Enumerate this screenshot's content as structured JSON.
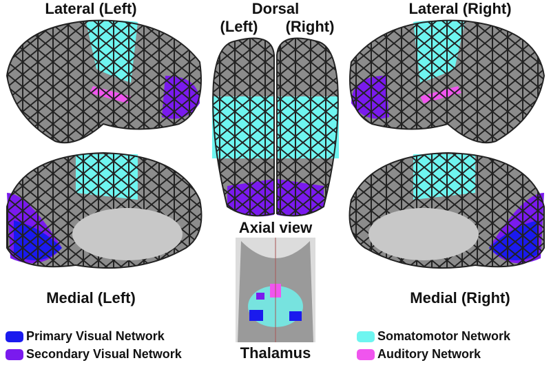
{
  "titles": {
    "lateral_left": "Lateral (Left)",
    "dorsal": "Dorsal",
    "dorsal_left": "(Left)",
    "dorsal_right": "(Right)",
    "lateral_right": "Lateral (Right)",
    "medial_left": "Medial (Left)",
    "medial_right": "Medial (Right)",
    "axial": "Axial view",
    "thalamus": "Thalamus"
  },
  "legend": [
    {
      "label": "Primary Visual Network",
      "color": "#1a1aee"
    },
    {
      "label": "Secondary Visual Network",
      "color": "#7a1aee"
    },
    {
      "label": "Somatomotor Network",
      "color": "#6ef5f0"
    },
    {
      "label": "Auditory Network",
      "color": "#f055ee"
    }
  ]
}
